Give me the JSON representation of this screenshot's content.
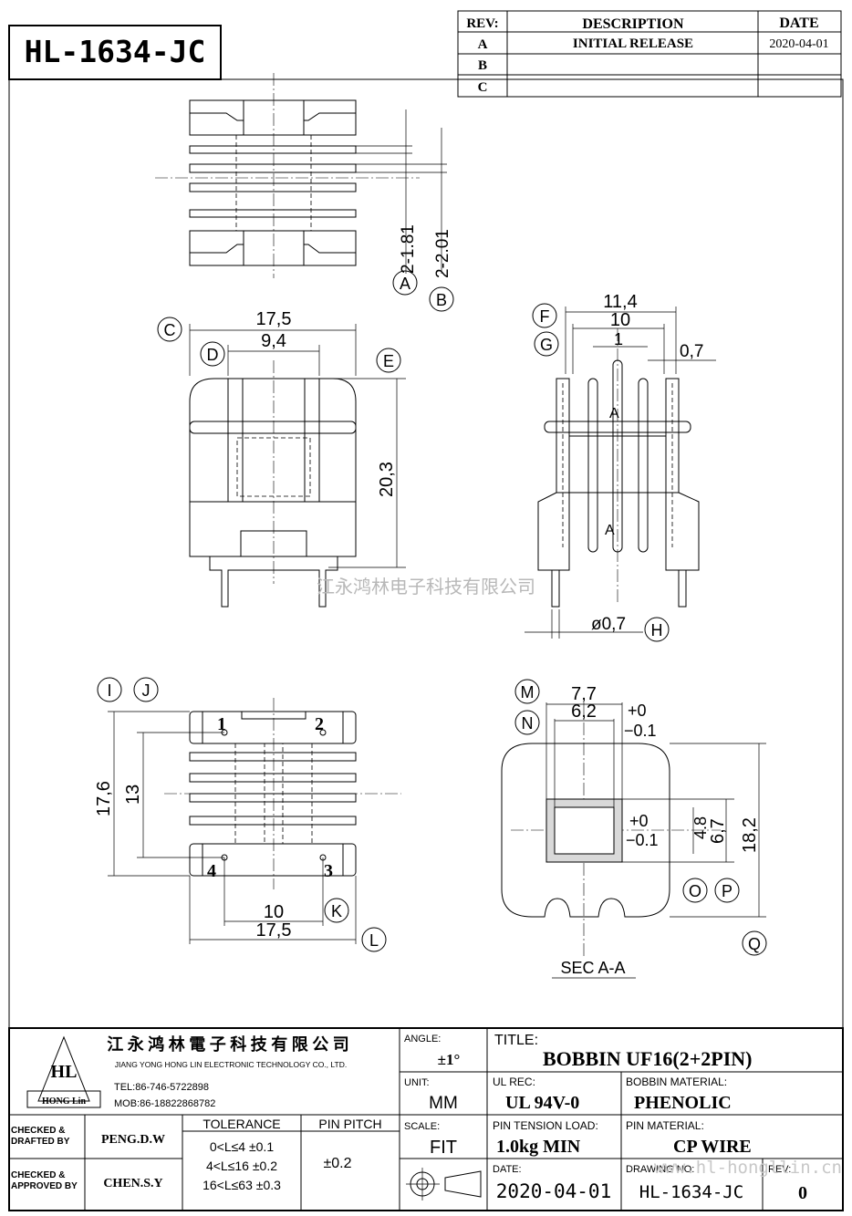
{
  "part_number": "HL-1634-JC",
  "revision_table": {
    "headers": [
      "REV:",
      "DESCRIPTION",
      "DATE"
    ],
    "rows": [
      {
        "rev": "A",
        "description": "INITIAL  RELEASE",
        "date": "2020-04-01"
      },
      {
        "rev": "B",
        "description": "",
        "date": ""
      },
      {
        "rev": "C",
        "description": "",
        "date": ""
      }
    ]
  },
  "watermark": "江永鸿林电子科技有限公司",
  "top_view": {
    "dim_a": "2-1.81",
    "dim_b": "2-2.01",
    "bubble_a": "A",
    "bubble_b": "B"
  },
  "front_view": {
    "width": "17,5",
    "inner_width": "9,4",
    "height": "20,3",
    "bubble_c": "C",
    "bubble_d": "D",
    "bubble_e": "E"
  },
  "side_view": {
    "overall": "11,4",
    "inner": "10",
    "gap": "1",
    "flange": "0,7",
    "pin_dia": "ø0,7",
    "section_mark": "A",
    "bubble_f": "F",
    "bubble_g": "G",
    "bubble_h": "H"
  },
  "bottom_view": {
    "length": "17,6",
    "pin_span": "13",
    "row_pitch": "10",
    "width": "17,5",
    "pins": [
      "1",
      "2",
      "3",
      "4"
    ],
    "bubble_i": "I",
    "bubble_j": "J",
    "bubble_k": "K",
    "bubble_l": "L"
  },
  "section_view": {
    "outer": "7,7",
    "inner": "6,2",
    "tol_plus": "+0",
    "tol_minus": "−0.1",
    "core_h": "4.8",
    "outer_h": "6,7",
    "height": "18,2",
    "label": "SEC  A-A",
    "bubble_m": "M",
    "bubble_n": "N",
    "bubble_o": "O",
    "bubble_p": "P",
    "bubble_q": "Q"
  },
  "title_block": {
    "company_cn": "江 永 鸿 林 電 子 科 技 有 限 公 司",
    "company_en": "JIANG YONG HONG LIN ELECTRONIC TECHNOLOGY CO., LTD.",
    "logo_text": "HL",
    "logo_sub": "HONG Lin",
    "tel": "TEL:86-746-5722898",
    "mob": "MOB:86-18822868782",
    "angle_label": "ANGLE:",
    "angle_value": "±1°",
    "unit_label": "UNIT:",
    "unit_value": "MM",
    "scale_label": "SCALE:",
    "scale_value": "FIT",
    "title_label": "TITLE:",
    "title_value": "BOBBIN   UF16(2+2PIN)",
    "ul_label": "UL REC:",
    "ul_value": "UL 94V-0",
    "bobbin_mat_label": "BOBBIN MATERIAL:",
    "bobbin_mat_value": "PHENOLIC",
    "pin_tension_label": "PIN TENSION LOAD:",
    "pin_tension_value": "1.0kg MIN",
    "pin_mat_label": "PIN MATERIAL:",
    "pin_mat_value": "CP    WIRE",
    "date_label": "DATE:",
    "date_value": "2020-04-01",
    "drawing_no_label": "DRAWING NO:",
    "drawing_no_value": "HL-1634-JC",
    "rev_label": "REV:",
    "rev_value": "0",
    "checked_drafted_label": "CHECKED & DRAFTED BY",
    "checked_drafted_value": "PENG.D.W",
    "checked_approved_label": "CHECKED & APPROVED BY",
    "checked_approved_value": "CHEN.S.Y",
    "tolerance_header": "TOLERANCE",
    "tolerance_rows": [
      "0<L≤4  ±0.1",
      "4<L≤16 ±0.2",
      "16<L≤63 ±0.3"
    ],
    "pin_pitch_header": "PIN PITCH",
    "pin_pitch_value": "±0.2"
  },
  "footer_watermark": "www.hl-hongllin.cn"
}
